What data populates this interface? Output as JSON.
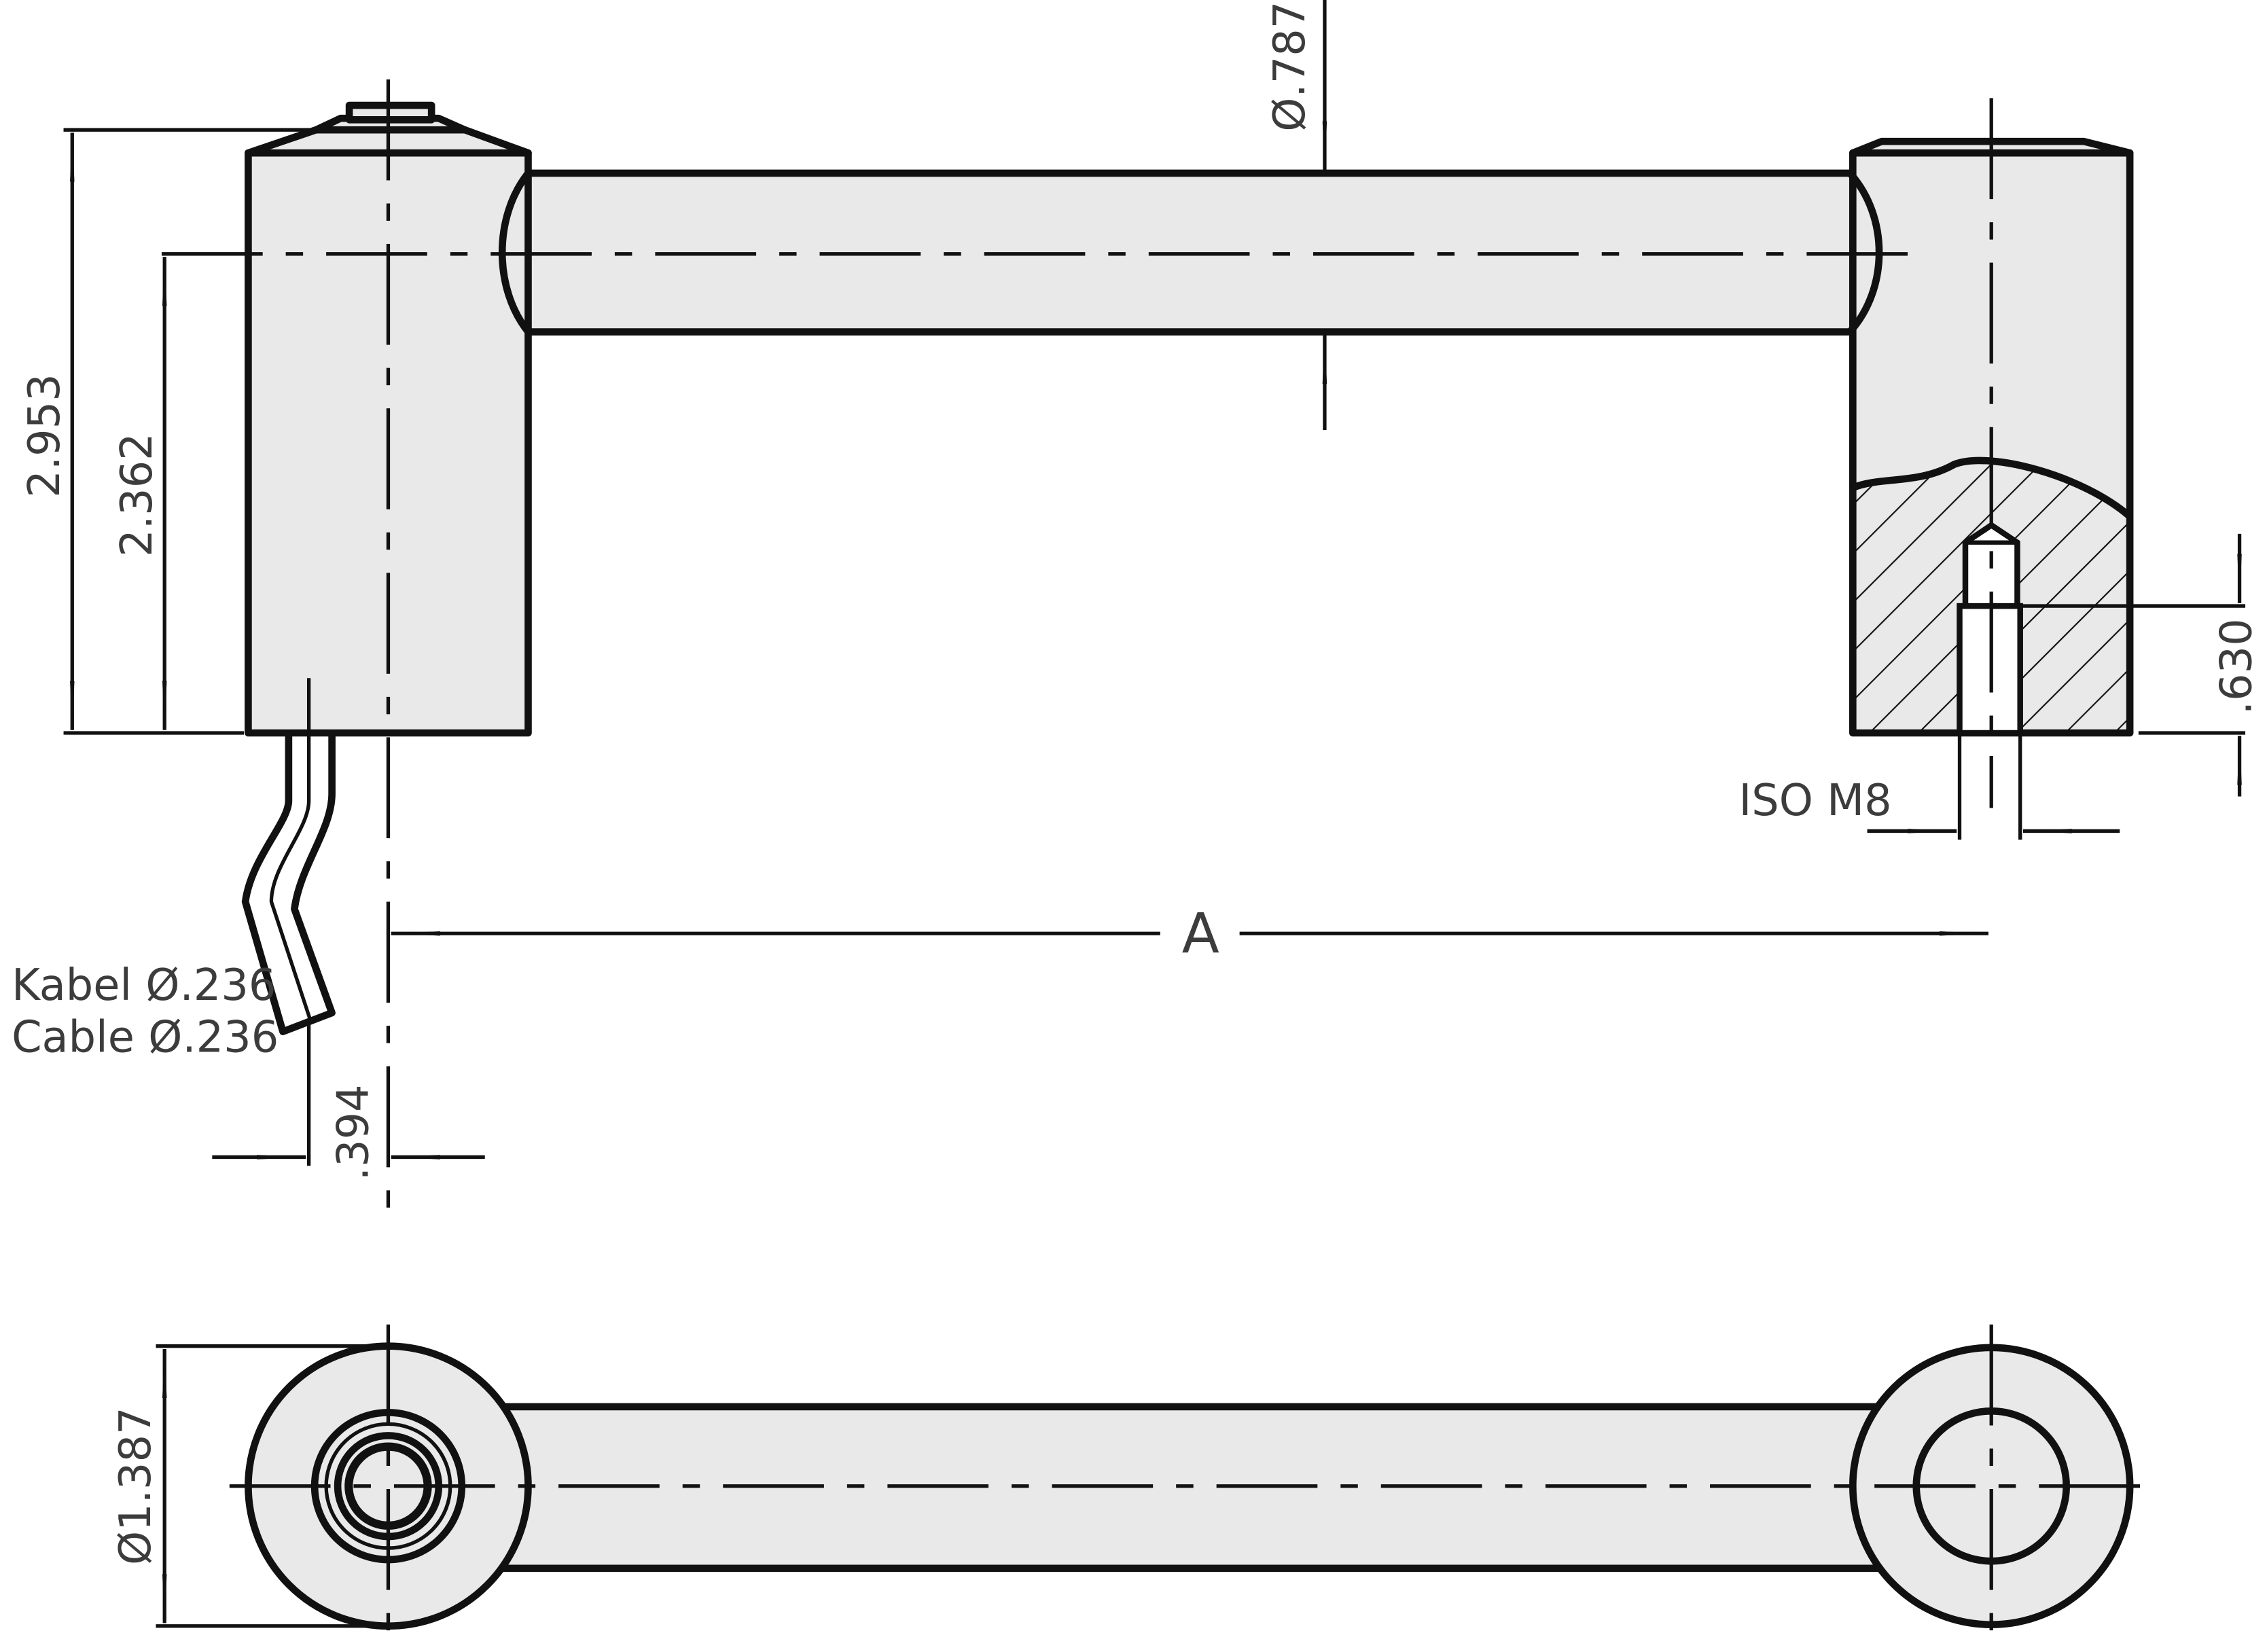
{
  "drawing": {
    "dimensions": {
      "overall_height": "2.953",
      "axis_height": "2.362",
      "tube_diameter": "Ø.787",
      "thread_depth": ".630",
      "thread_spec": "ISO M8",
      "center_distance": "A",
      "cable_offset": ".394",
      "end_diameter": "Ø1.387"
    },
    "cable_label_de": "Kabel Ø.236",
    "cable_label_en": "Cable Ø.236"
  }
}
